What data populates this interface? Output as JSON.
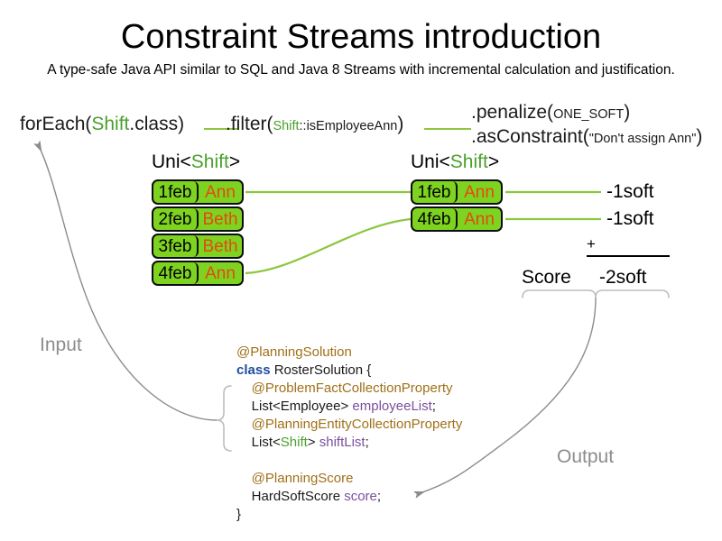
{
  "header": {
    "title": "Constraint Streams introduction",
    "subtitle": "A type-safe Java API similar to SQL and Java 8 Streams with incremental calculation and justification."
  },
  "pipeline": {
    "foreach": {
      "prefix": "forEach(",
      "type": "Shift",
      "suffix": ".class)"
    },
    "filter": {
      "prefix": ".filter(",
      "type": "Shift",
      "method": "::isEmployeeAnn",
      "suffix": ")"
    },
    "penalize": {
      "prefix": ".penalize(",
      "arg": "ONE_SOFT",
      "suffix": ")"
    },
    "as_constraint": {
      "prefix": ".asConstraint(",
      "arg": "\"Don't assign Ann\"",
      "suffix": ")"
    }
  },
  "streams": {
    "left": {
      "caption_prefix": "Uni<",
      "caption_type": "Shift",
      "caption_suffix": ">",
      "rows": [
        {
          "date": "1feb",
          "employee": "Ann"
        },
        {
          "date": "2feb",
          "employee": "Beth"
        },
        {
          "date": "3feb",
          "employee": "Beth"
        },
        {
          "date": "4feb",
          "employee": "Ann"
        }
      ]
    },
    "right": {
      "caption_prefix": "Uni<",
      "caption_type": "Shift",
      "caption_suffix": ">",
      "rows": [
        {
          "date": "1feb",
          "employee": "Ann",
          "penalty": "-1soft"
        },
        {
          "date": "4feb",
          "employee": "Ann",
          "penalty": "-1soft"
        }
      ]
    }
  },
  "score": {
    "label": "Score",
    "operator": "+",
    "total": "-2soft"
  },
  "flow": {
    "input_label": "Input",
    "output_label": "Output"
  },
  "code": {
    "lines": [
      {
        "indent": 0,
        "tokens": [
          {
            "t": "@PlanningSolution",
            "c": "anno"
          }
        ]
      },
      {
        "indent": 0,
        "tokens": [
          {
            "t": "class",
            "c": "kw"
          },
          {
            "t": " RosterSolution {",
            "c": "plain"
          }
        ]
      },
      {
        "indent": 1,
        "tokens": [
          {
            "t": "@ProblemFactCollectionProperty",
            "c": "anno"
          }
        ]
      },
      {
        "indent": 1,
        "tokens": [
          {
            "t": "List<Employee> ",
            "c": "plain"
          },
          {
            "t": "employeeList",
            "c": "field"
          },
          {
            "t": ";",
            "c": "plain"
          }
        ]
      },
      {
        "indent": 1,
        "tokens": [
          {
            "t": "@PlanningEntityCollectionProperty",
            "c": "anno"
          }
        ]
      },
      {
        "indent": 1,
        "tokens": [
          {
            "t": "List<",
            "c": "plain"
          },
          {
            "t": "Shift",
            "c": "type"
          },
          {
            "t": "> ",
            "c": "plain"
          },
          {
            "t": "shiftList",
            "c": "field"
          },
          {
            "t": ";",
            "c": "plain"
          }
        ]
      },
      {
        "indent": 0,
        "tokens": []
      },
      {
        "indent": 1,
        "tokens": [
          {
            "t": "@PlanningScore",
            "c": "anno"
          }
        ]
      },
      {
        "indent": 1,
        "tokens": [
          {
            "t": "HardSoftScore ",
            "c": "plain"
          },
          {
            "t": "score",
            "c": "field"
          },
          {
            "t": ";",
            "c": "plain"
          }
        ]
      },
      {
        "indent": 0,
        "tokens": [
          {
            "t": "}",
            "c": "plain"
          }
        ]
      }
    ]
  },
  "colors": {
    "fact_fill": "#7ed321",
    "fact_border": "#0d0d0d",
    "employee_text": "#e24a12",
    "stream_link": "#8dc63f",
    "type_green": "#4aa02c",
    "annotation_gold": "#a07018",
    "keyword_blue": "#1f4e9c",
    "field_purple": "#7a4f9c",
    "flow_gray": "#8c8c8c"
  }
}
